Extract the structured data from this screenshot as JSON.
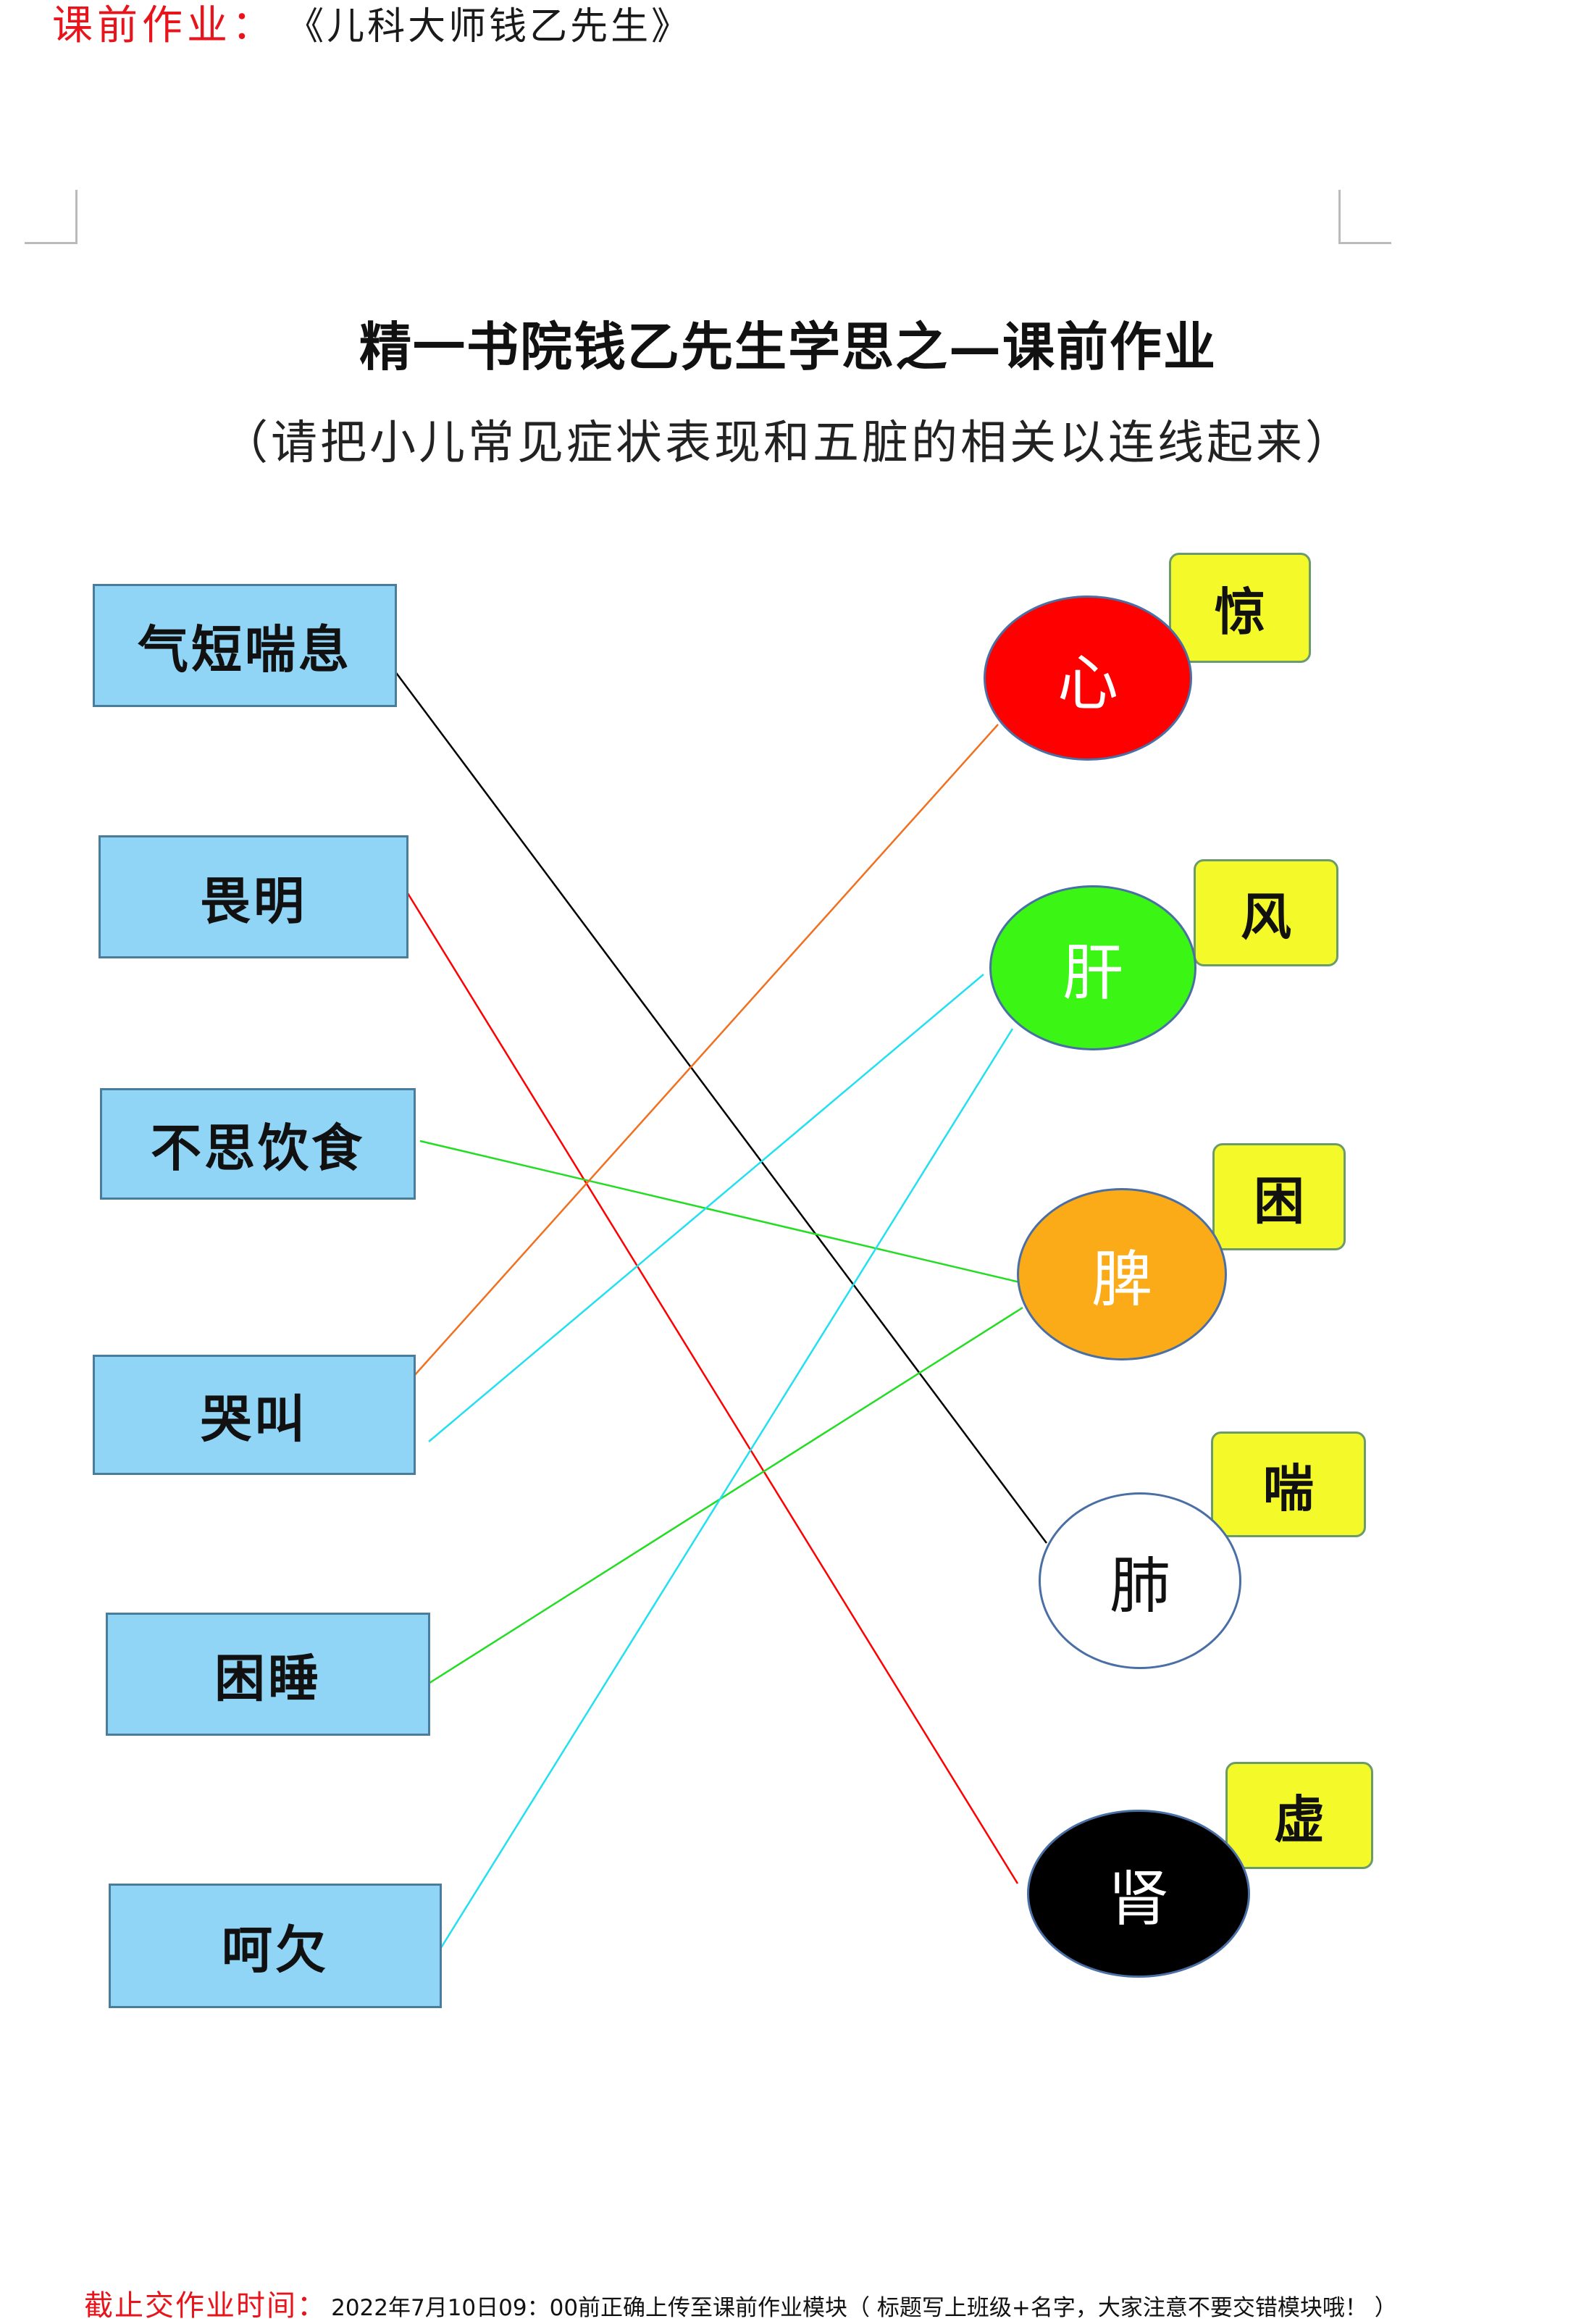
{
  "header": {
    "label": "课前作业：",
    "book": "《儿科大师钱乙先生》"
  },
  "title": "精一书院钱乙先生学思之—课前作业",
  "subtitle": "（请把小儿常见症状表现和五脏的相关以连线起来）",
  "symptoms": [
    {
      "id": "s1",
      "label": "气短喘息"
    },
    {
      "id": "s2",
      "label": "畏明"
    },
    {
      "id": "s3",
      "label": "不思饮食"
    },
    {
      "id": "s4",
      "label": "哭叫"
    },
    {
      "id": "s5",
      "label": "困睡"
    },
    {
      "id": "s6",
      "label": "呵欠"
    }
  ],
  "organs": [
    {
      "id": "o1",
      "label": "心",
      "color": "#ff0000",
      "text_color": "#ffffff",
      "tag": "惊"
    },
    {
      "id": "o2",
      "label": "肝",
      "color": "#3bf514",
      "text_color": "#ffffff",
      "tag": "风"
    },
    {
      "id": "o3",
      "label": "脾",
      "color": "#fbab17",
      "text_color": "#ffffff",
      "tag": "困"
    },
    {
      "id": "o4",
      "label": "肺",
      "color": "#ffffff",
      "text_color": "#111111",
      "tag": "喘"
    },
    {
      "id": "o5",
      "label": "肾",
      "color": "#000000",
      "text_color": "#ffffff",
      "tag": "虚"
    }
  ],
  "connections": [
    {
      "from": "s1",
      "to": "o4",
      "color": "#000000"
    },
    {
      "from": "s2",
      "to": "o5",
      "color": "#ff0000"
    },
    {
      "from": "s3",
      "to": "o3",
      "color": "#22dd22"
    },
    {
      "from": "s4",
      "to": "o1",
      "color": "#f07020"
    },
    {
      "from": "s4",
      "to": "o2",
      "color": "#22e0f0"
    },
    {
      "from": "s5",
      "to": "o3",
      "color": "#22dd22"
    },
    {
      "from": "s6",
      "to": "o2",
      "color": "#22e0f0"
    }
  ],
  "footer": {
    "label": "截止交作业时间：",
    "text": "2022年7月10日09：00前正确上传至课前作业模块（ 标题写上班级+名字，大家注意不要交错模块哦！ ）"
  }
}
